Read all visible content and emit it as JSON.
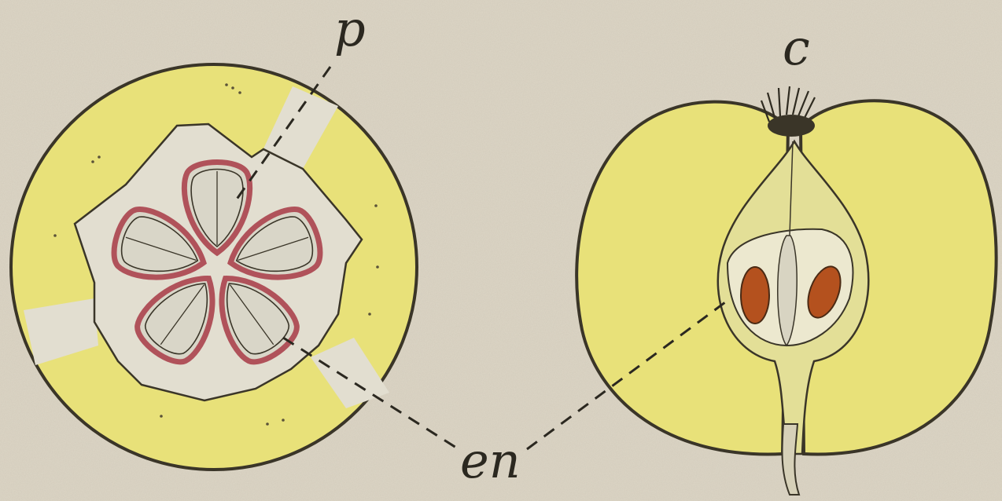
{
  "labels": {
    "pericarp": "p",
    "calyx": "c",
    "endocarp": "en"
  },
  "colors": {
    "paper": "#ddd6c6",
    "flesh": "#e8e179",
    "core": "#e2ded0",
    "outline": "#3a3528",
    "carpel_red": "#b0525a",
    "seed": "#b4511e"
  }
}
